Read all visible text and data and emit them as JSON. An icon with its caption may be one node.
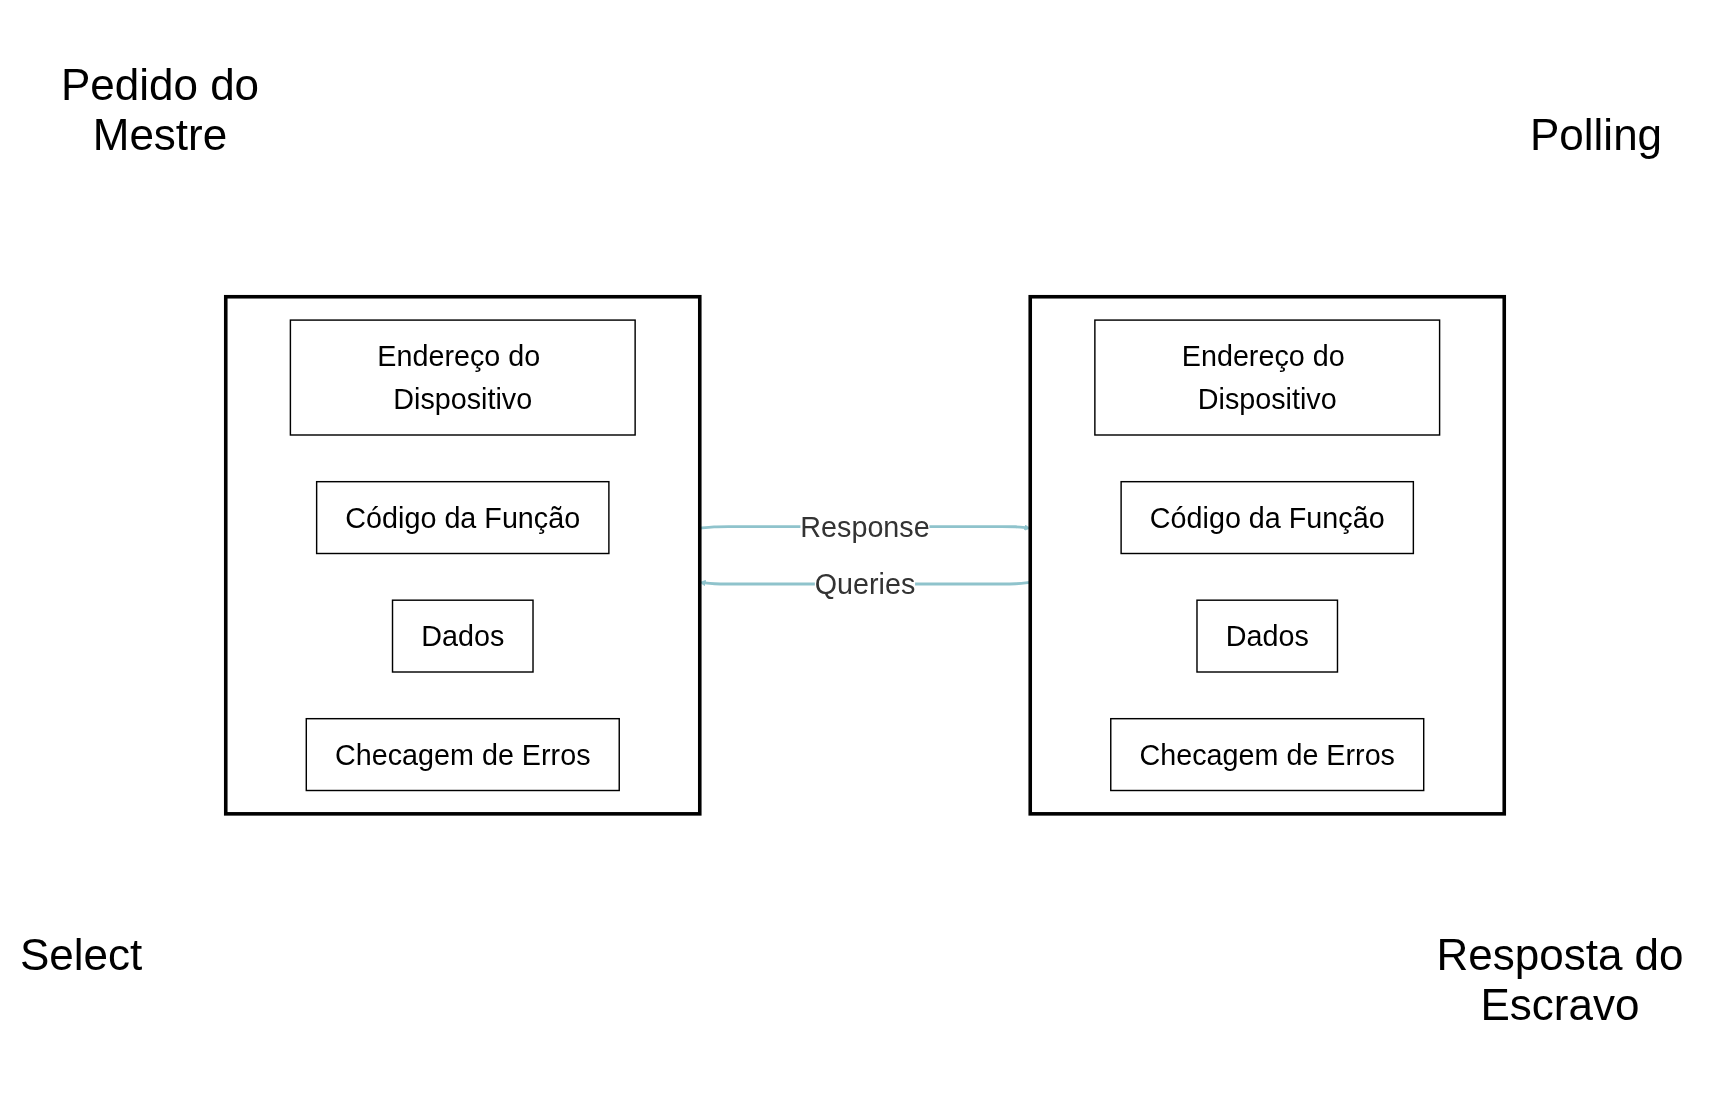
{
  "diagram": {
    "nodes": [
      {
        "text": [],
        "shape": "box"
      },
      {
        "text": [
          "Endereço do Dispositivo"
        ],
        "in": 0
      },
      {
        "text": [
          "Código da Função"
        ],
        "in": 0
      },
      {
        "text": [
          "Dados"
        ],
        "in": 0
      },
      {
        "text": [
          "Checagem de Erros"
        ],
        "in": 0
      },
      {
        "text": [],
        "shape": "box"
      },
      {
        "text": [
          "Endereço do Dispositivo"
        ],
        "in": 5
      },
      {
        "text": [
          "Código da Função"
        ],
        "in": 5
      },
      {
        "text": [
          "Dados"
        ],
        "in": 5
      },
      {
        "text": [
          "Checagem de Erros"
        ],
        "in": 5
      }
    ],
    "edges": [
      {
        "from": 0,
        "to": 5,
        "arrow": "to",
        "label": "Queries"
      },
      {
        "from": 5,
        "to": 0,
        "arrow": "to",
        "label": "Response"
      }
    ],
    "labels": [
      "Pedido do Mestre",
      "Polling",
      "Select",
      "Resposta do Escravo"
    ]
  }
}
